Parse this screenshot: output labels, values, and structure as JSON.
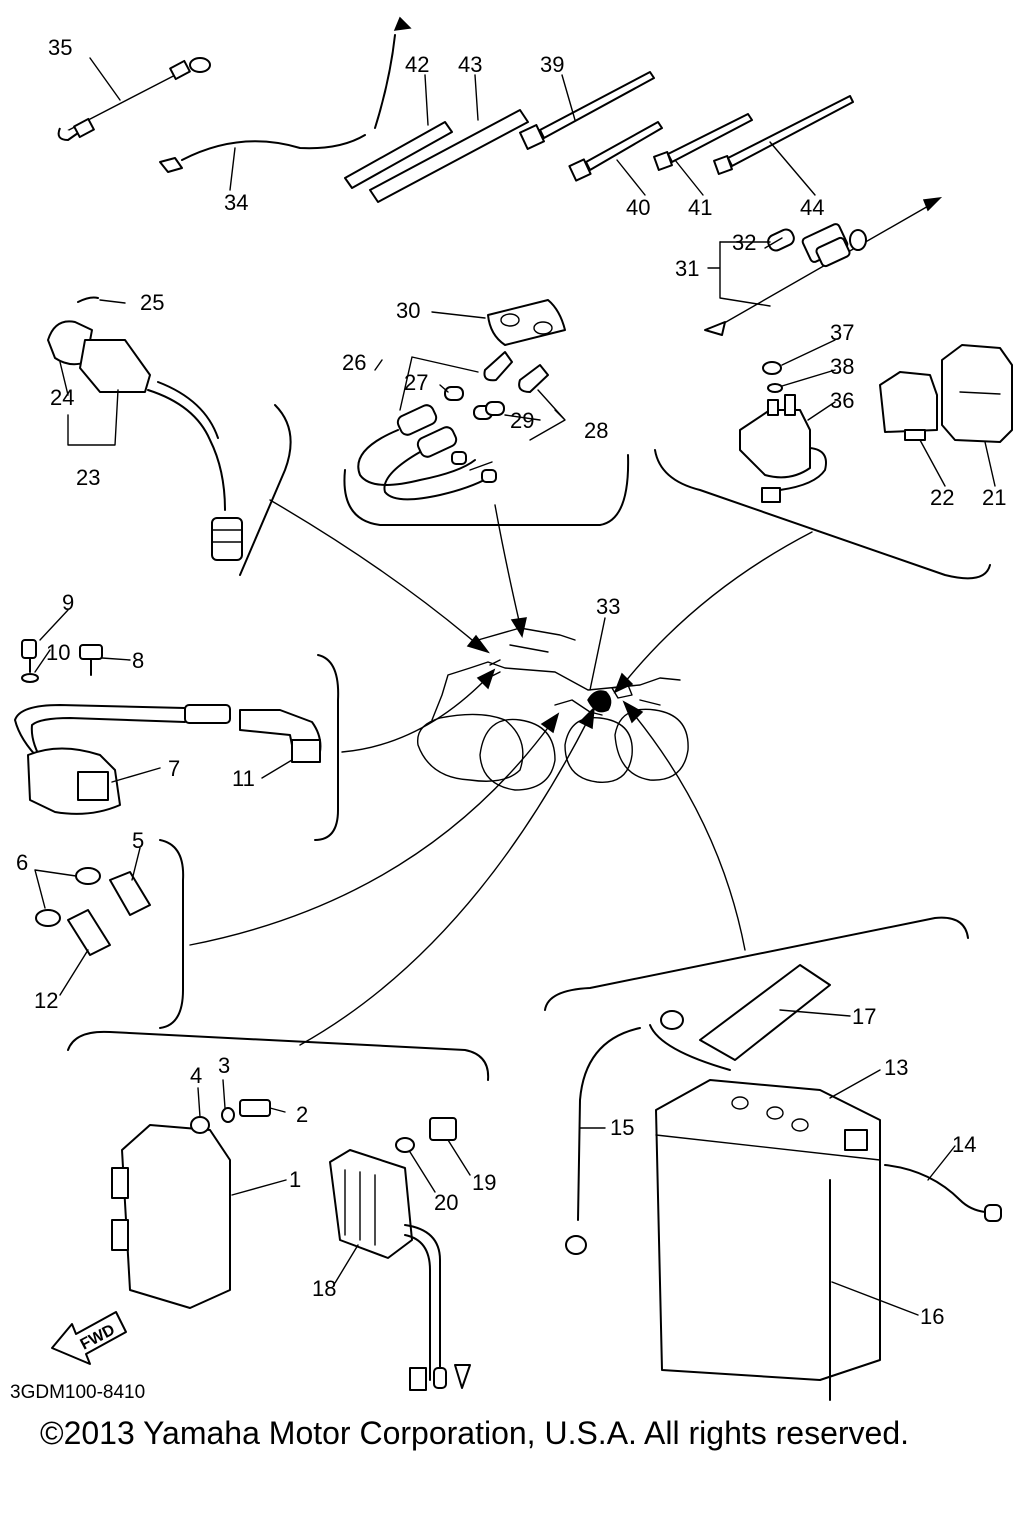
{
  "diagram": {
    "part_numbers": [
      "1",
      "2",
      "3",
      "4",
      "5",
      "6",
      "7",
      "8",
      "9",
      "10",
      "11",
      "12",
      "13",
      "14",
      "15",
      "16",
      "17",
      "18",
      "19",
      "20",
      "21",
      "22",
      "23",
      "24",
      "25",
      "26",
      "27",
      "28",
      "29",
      "30",
      "31",
      "32",
      "33",
      "34",
      "35",
      "36",
      "37",
      "38",
      "39",
      "40",
      "41",
      "42",
      "43",
      "44"
    ],
    "drawing_code": "3GDM100-8410",
    "fwd_label": "FWD",
    "copyright": "©2013 Yamaha Motor Corporation, U.S.A. All rights reserved."
  }
}
